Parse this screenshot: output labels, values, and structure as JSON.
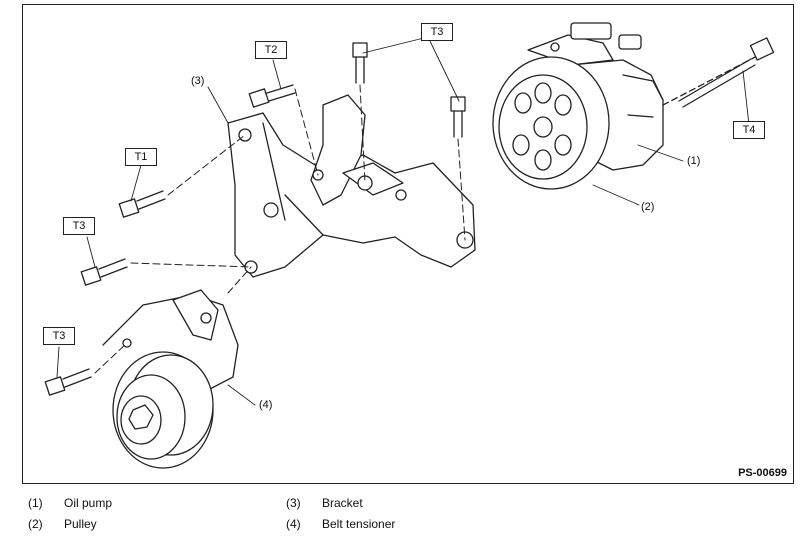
{
  "torque_labels": {
    "t1": "T1",
    "t2": "T2",
    "t3a": "T3",
    "t3b": "T3",
    "t3c": "T3",
    "t4": "T4"
  },
  "callouts": {
    "c1": "(1)",
    "c2": "(2)",
    "c3": "(3)",
    "c4": "(4)"
  },
  "figure_code": "PS-00699",
  "legend": [
    {
      "num": "(1)",
      "text": "Oil pump"
    },
    {
      "num": "(2)",
      "text": "Pulley"
    },
    {
      "num": "(3)",
      "text": "Bracket"
    },
    {
      "num": "(4)",
      "text": "Belt tensioner"
    }
  ]
}
